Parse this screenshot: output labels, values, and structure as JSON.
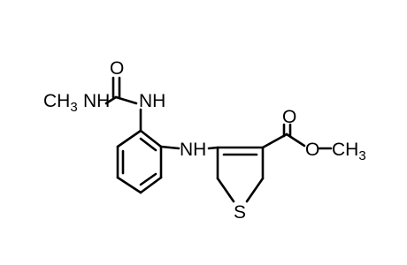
{
  "molecule": {
    "atoms": {
      "ch3_left": "CH",
      "ch3_left_sub": "3",
      "nh_left": "NH",
      "o_top": "O",
      "nh_upper": "NH",
      "nh_mid": "NH",
      "s_ring": "S",
      "o_ester_carbonyl": "O",
      "o_ester": "O",
      "ch3_right": "CH",
      "ch3_right_sub": "3"
    }
  }
}
